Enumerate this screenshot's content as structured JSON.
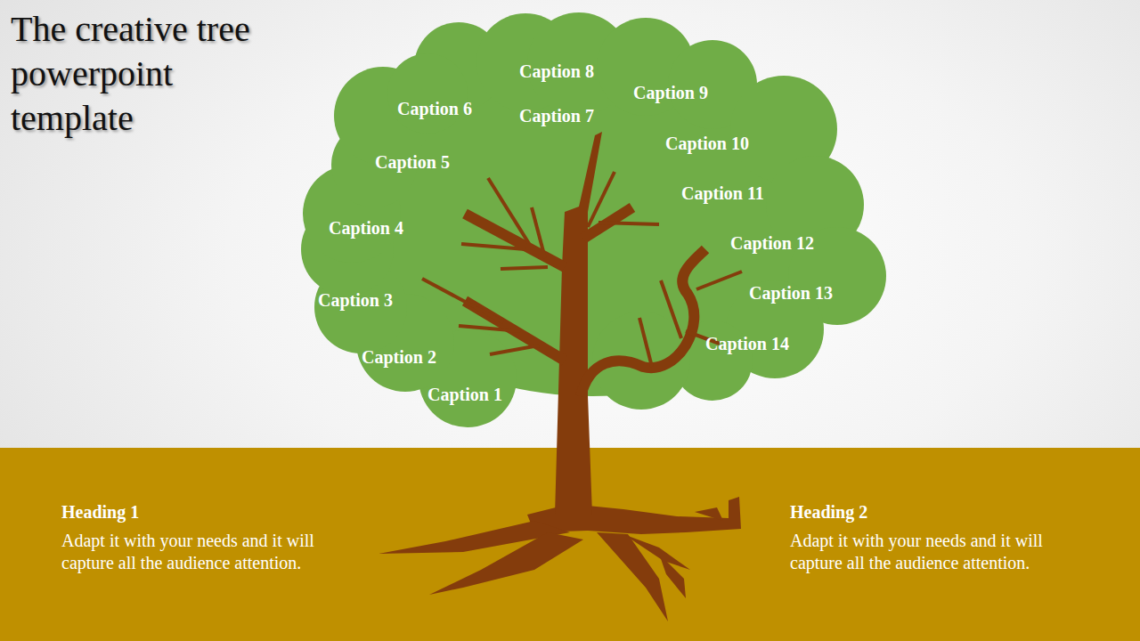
{
  "diagram": {
    "title": "The creative tree powerpoint template",
    "nodes": [
      {
        "text": [
          "Caption 1",
          "Caption 2",
          "Caption 3",
          "Caption 4",
          "Caption 5",
          "Caption 6",
          "Caption 7",
          "Caption 8",
          "Caption 9",
          "Caption 10",
          "Caption 11",
          "Caption 12",
          "Caption 13",
          "Caption 14"
        ]
      },
      {
        "text": [
          "Heading 1",
          "Adapt it with your needs and it will capture all the audience attention.",
          "Heading 2",
          "Adapt it with your needs and it will capture all the audience attention."
        ]
      }
    ]
  }
}
